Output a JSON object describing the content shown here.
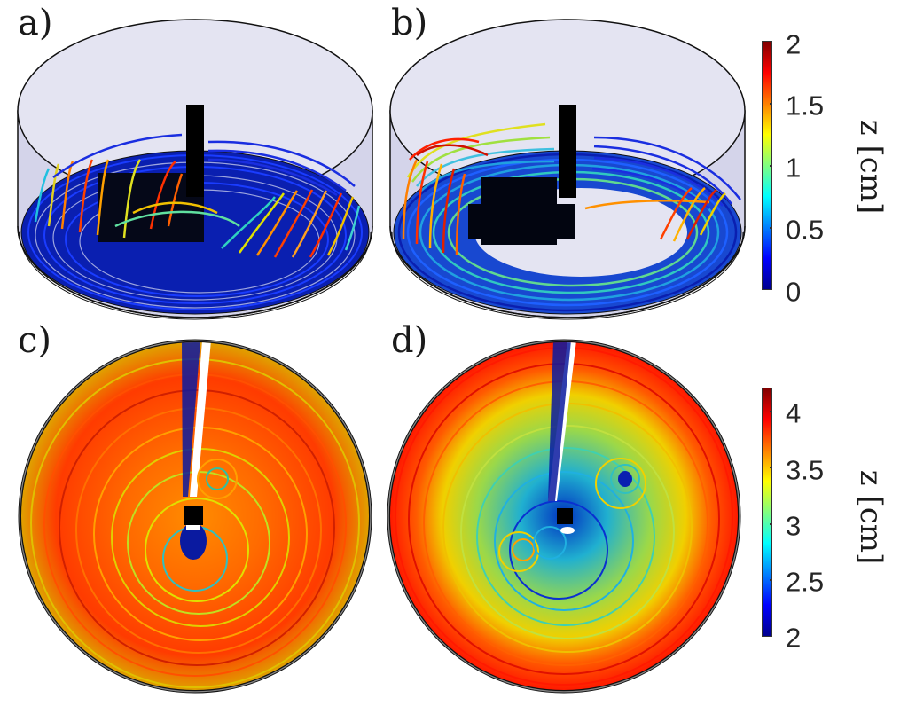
{
  "figure": {
    "panels": [
      {
        "id": "a",
        "label": "a)",
        "view": "3D perspective of cylindrical tank, streamlines colored by height z",
        "colorbar": 0
      },
      {
        "id": "b",
        "label": "b)",
        "view": "3D perspective of cylindrical tank, streamlines colored by height z",
        "colorbar": 0
      },
      {
        "id": "c",
        "label": "c)",
        "view": "top view of cylindrical tank, streamlines colored by height z",
        "colorbar": 1
      },
      {
        "id": "d",
        "label": "d)",
        "view": "top view of cylindrical tank, streamlines colored by height z",
        "colorbar": 1
      }
    ],
    "colorbars": [
      {
        "title": "z [cm]",
        "min": 0,
        "max": 2,
        "ticks": [
          "2",
          "1.5",
          "1",
          "0.5",
          "0"
        ],
        "colormap": "jet"
      },
      {
        "title": "z [cm]",
        "min": 2,
        "max": 4.2,
        "ticks": [
          "4",
          "3.5",
          "3",
          "2.5",
          "2"
        ],
        "colormap": "jet"
      }
    ],
    "colors": {
      "tank_fill": "#e4e4f2",
      "tank_wall": "#d2d2ea",
      "outline": "#111111",
      "obstacle": "#000000"
    }
  }
}
